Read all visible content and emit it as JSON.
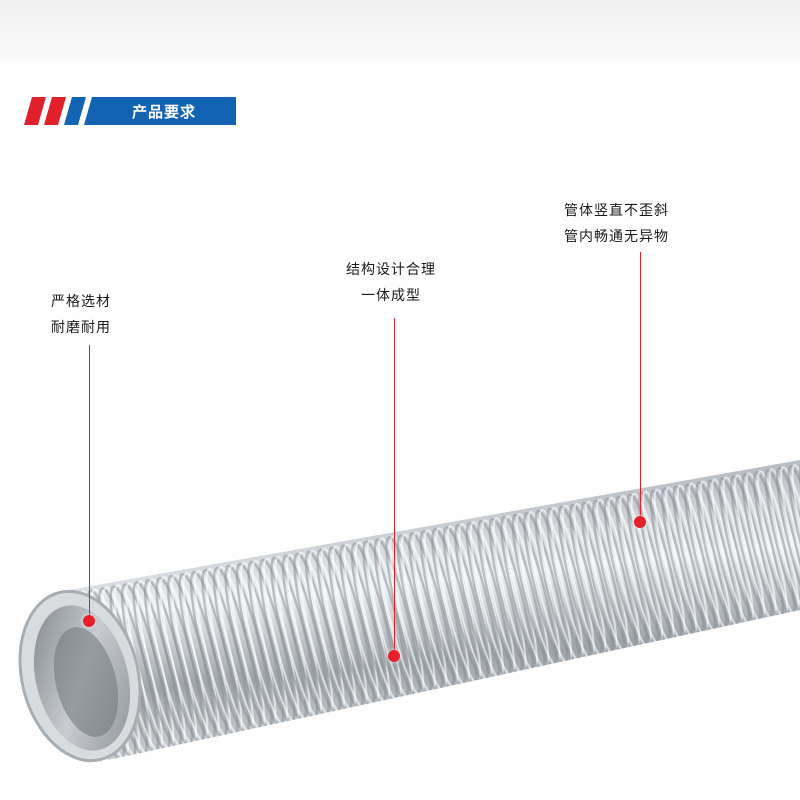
{
  "banner": {
    "title": "产品要求",
    "colors": {
      "red": "#e0202a",
      "blue": "#1363b3"
    }
  },
  "callouts": {
    "left": {
      "line1": "严格选材",
      "line2": "耐磨耐用"
    },
    "middle": {
      "line1": "结构设计合理",
      "line2": "一体成型"
    },
    "right": {
      "line1": "管体竖直不歪斜",
      "line2": "管内畅通无异物"
    }
  },
  "marker_color": "#e8202a",
  "product_image": {
    "subject": "metal-corrugated-hose",
    "finish": "galvanized-silver"
  }
}
